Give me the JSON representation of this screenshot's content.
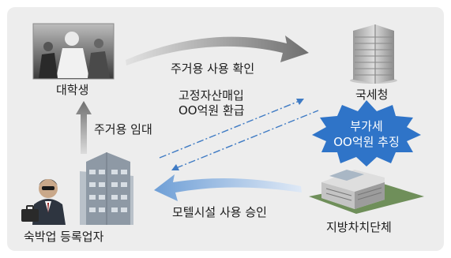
{
  "nodes": {
    "student": "대학생",
    "tax_office": "국세청",
    "lodging": "숙박업 등록업자",
    "local_gov": "지방차치단체"
  },
  "edges": {
    "residential_confirm": "주거용 사용 확인",
    "refund_line1": "고정자산매입",
    "refund_line2": "OO억원 환급",
    "residential_rent": "주거용 임대",
    "motel_approval": "모텔시설 사용 승인"
  },
  "callout": {
    "line1": "부가세",
    "line2": "OO억원 추징"
  },
  "colors": {
    "background": "#ededed",
    "arrow_dark": "#7a7a7a",
    "arrow_blue": "#7aa4d6",
    "dashed_blue": "#3f7bc4",
    "burst_fill": "#2f74c8"
  }
}
